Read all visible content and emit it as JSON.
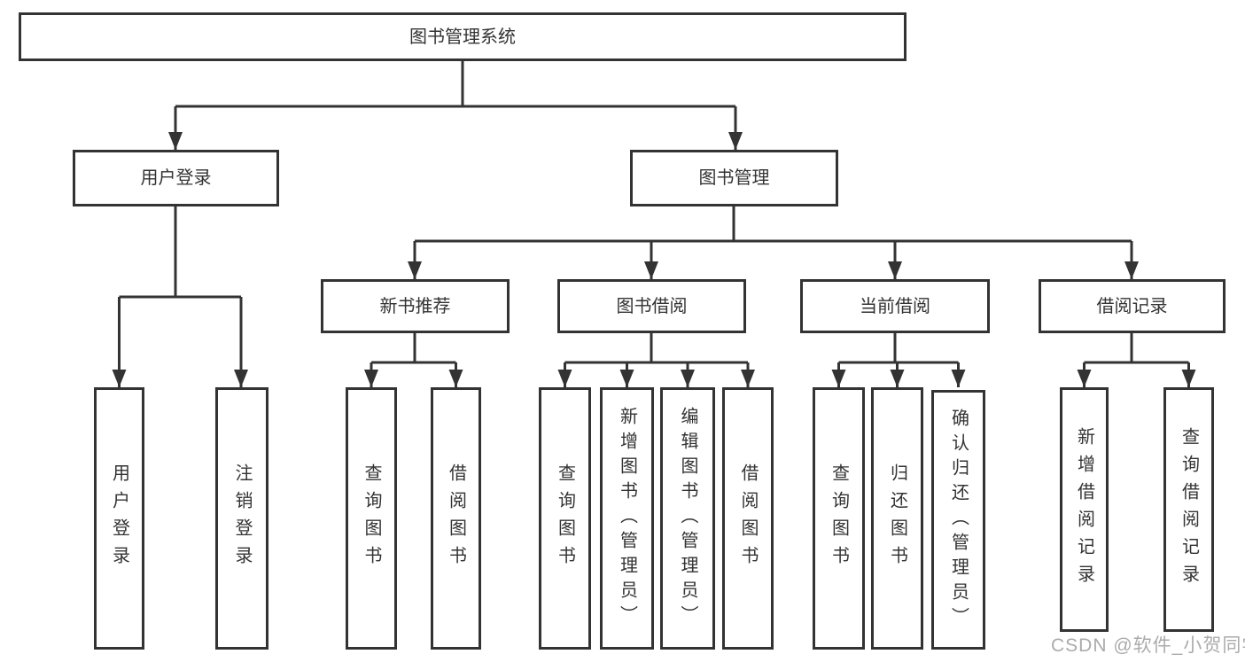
{
  "diagram": {
    "root": {
      "label": "图书管理系统"
    },
    "level2": {
      "user_login": {
        "label": "用户登录"
      },
      "book_management": {
        "label": "图书管理"
      }
    },
    "level3": {
      "new_book_recommend": {
        "label": "新书推荐"
      },
      "book_borrow": {
        "label": "图书借阅"
      },
      "current_borrow": {
        "label": "当前借阅"
      },
      "borrow_record": {
        "label": "借阅记录"
      }
    },
    "leaves": {
      "user_login_action": {
        "label": "用户登录"
      },
      "logout_action": {
        "label": "注销登录"
      },
      "recommend_query_book": {
        "label": "查询图书"
      },
      "recommend_borrow_book": {
        "label": "借阅图书"
      },
      "borrow_query_book": {
        "label": "查询图书"
      },
      "borrow_add_book": {
        "label": "新增图书（管理员）"
      },
      "borrow_edit_book": {
        "label": "编辑图书（管理员）"
      },
      "borrow_borrow_book": {
        "label": "借阅图书"
      },
      "current_query_book": {
        "label": "查询图书"
      },
      "current_return_book": {
        "label": "归还图书"
      },
      "current_confirm_return": {
        "label": "确认归还（管理员）"
      },
      "record_add": {
        "label": "新增借阅记录"
      },
      "record_query": {
        "label": "查询借阅记录"
      }
    }
  },
  "watermark": {
    "text": "CSDN @软件_小贺同学"
  },
  "colors": {
    "line": "#333333",
    "text": "#333333",
    "background": "#ffffff",
    "watermark": "#ababab"
  }
}
